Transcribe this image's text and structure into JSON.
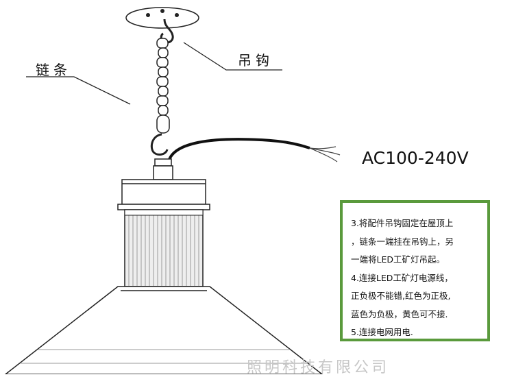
{
  "labels": {
    "chain": "链条",
    "hook": "吊钩",
    "voltage": "AC100-240V"
  },
  "instructions": [
    "3.将配件吊钩固定在屋顶上",
    "，链条一端挂在吊钩上，另",
    "一端将LED工矿灯吊起。",
    "4.连接LED工矿灯电源线，",
    "正负极不能错,红色为正极,",
    "蓝色为负极，黄色可不接.",
    "5.连接电网用电."
  ],
  "watermark": "照明科技有限公司",
  "colors": {
    "frame": "#5a9a3c",
    "line": "#111111",
    "watermark": "#c7c7c7"
  }
}
